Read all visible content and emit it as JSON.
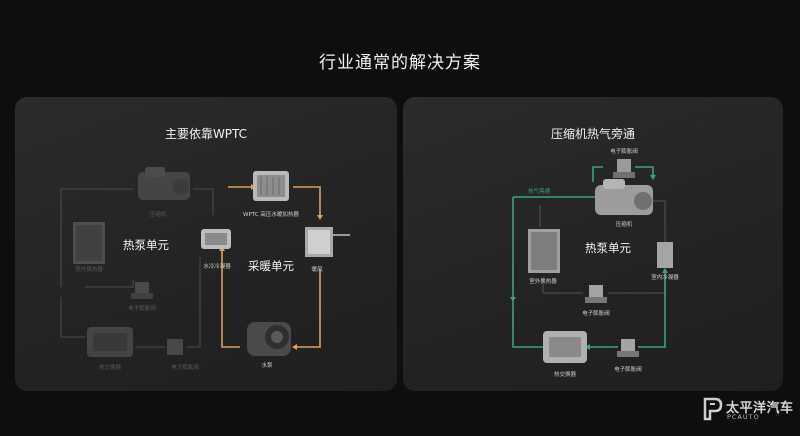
{
  "headline": "行业通常的解决方案",
  "left_panel": {
    "title": "主要依靠WPTC",
    "components": {
      "compressor": "压缩机",
      "wptc": "WPTC 高压水暖加热器",
      "outdoor_hx": "室外换热器",
      "water_condenser": "水冷冷凝器",
      "heater_core": "暖风",
      "eev": "电子膨胀阀",
      "plate_hx": "热交换器",
      "eev2": "电子膨胀阀",
      "pump": "水泵"
    },
    "units": {
      "heat_pump": "热泵单元",
      "heating": "采暖单元"
    }
  },
  "right_panel": {
    "title": "压缩机热气旁通",
    "components": {
      "eev_top": "电子膨胀阀",
      "hot_gas_bypass": "热气旁通",
      "compressor": "压缩机",
      "outdoor_hx": "室外换热器",
      "indoor_condenser": "室内冷凝器",
      "eev_mid": "电子膨胀阀",
      "eev_bottom": "电子膨胀阀",
      "plate_hx": "热交换器"
    },
    "units": {
      "heat_pump": "热泵单元"
    }
  },
  "colors": {
    "heating_flow": "#d9a25a",
    "bypass_flow": "#3aa08a",
    "dim_flow": "#4a4a4a"
  },
  "logo": {
    "cn": "太平洋汽车",
    "en": "PCAUTO"
  }
}
